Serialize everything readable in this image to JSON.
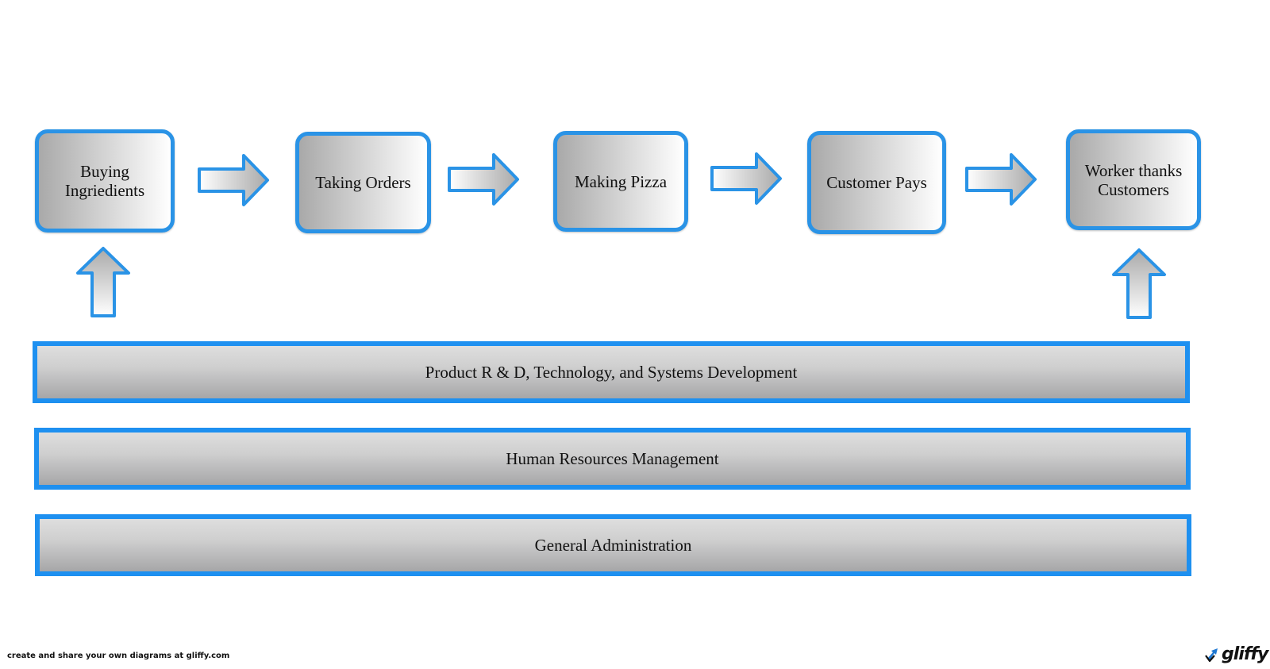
{
  "diagram": {
    "steps": [
      {
        "label": "Buying Ingriedients"
      },
      {
        "label": "Taking Orders"
      },
      {
        "label": "Making Pizza"
      },
      {
        "label": "Customer Pays"
      },
      {
        "label": "Worker thanks Customers"
      }
    ],
    "bands": [
      {
        "label": "Product R & D, Technology, and Systems Development"
      },
      {
        "label": "Human Resources Management"
      },
      {
        "label": "General Administration"
      }
    ]
  },
  "footer": {
    "text": "create and share your own diagrams at gliffy.com"
  },
  "logo": {
    "text": "gliffy"
  },
  "colors": {
    "border_blue": "#2a93e6",
    "band_blue": "#1e90f0"
  }
}
